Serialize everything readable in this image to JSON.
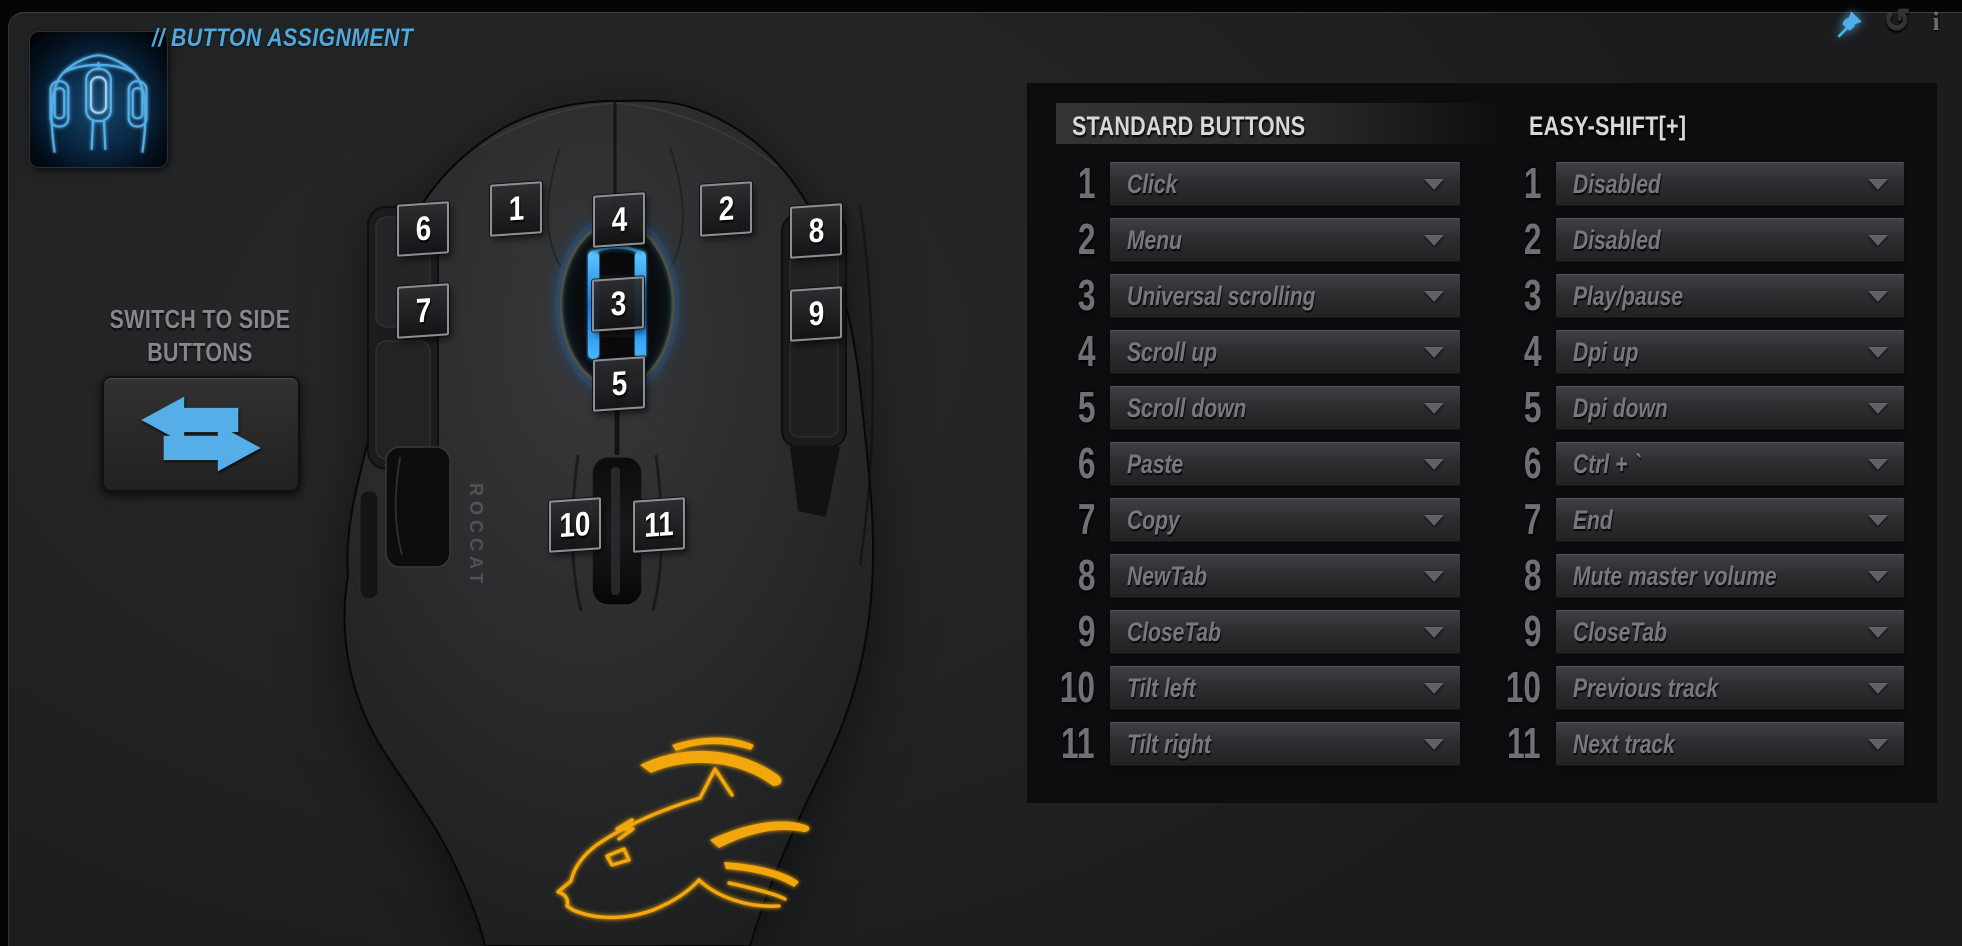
{
  "header": {
    "title_prefix": "//",
    "title": "BUTTON ASSIGNMENT"
  },
  "topbar": {
    "pin_icon": "pin-icon",
    "undo_glyph": "↺",
    "info_glyph": "i"
  },
  "left": {
    "switch_label": "SWITCH TO SIDE BUTTONS"
  },
  "mouse": {
    "brand": "ROCCAT",
    "labels": [
      "1",
      "2",
      "3",
      "4",
      "5",
      "6",
      "7",
      "8",
      "9",
      "10",
      "11"
    ]
  },
  "panel": {
    "standard": {
      "title": "STANDARD BUTTONS",
      "rows": [
        {
          "num": "1",
          "value": "Click"
        },
        {
          "num": "2",
          "value": "Menu"
        },
        {
          "num": "3",
          "value": "Universal scrolling"
        },
        {
          "num": "4",
          "value": "Scroll up"
        },
        {
          "num": "5",
          "value": "Scroll down"
        },
        {
          "num": "6",
          "value": "Paste"
        },
        {
          "num": "7",
          "value": "Copy"
        },
        {
          "num": "8",
          "value": "NewTab"
        },
        {
          "num": "9",
          "value": "CloseTab"
        },
        {
          "num": "10",
          "value": "Tilt left"
        },
        {
          "num": "11",
          "value": "Tilt right"
        }
      ]
    },
    "easyshift": {
      "title": "EASY-SHIFT[+]",
      "rows": [
        {
          "num": "1",
          "value": "Disabled"
        },
        {
          "num": "2",
          "value": "Disabled"
        },
        {
          "num": "3",
          "value": "Play/pause"
        },
        {
          "num": "4",
          "value": "Dpi up"
        },
        {
          "num": "5",
          "value": "Dpi down"
        },
        {
          "num": "6",
          "value": "Ctrl + `"
        },
        {
          "num": "7",
          "value": "End"
        },
        {
          "num": "8",
          "value": "Mute master volume"
        },
        {
          "num": "9",
          "value": "CloseTab"
        },
        {
          "num": "10",
          "value": "Previous track"
        },
        {
          "num": "11",
          "value": "Next track"
        }
      ]
    }
  },
  "colors": {
    "accent_blue": "#4fa9dd",
    "wheel_blue": "#2aa6f5",
    "logo_yellow": "#f2a70a",
    "panel_bg": "#0d0d0f",
    "dropdown_text": "#77797d"
  }
}
